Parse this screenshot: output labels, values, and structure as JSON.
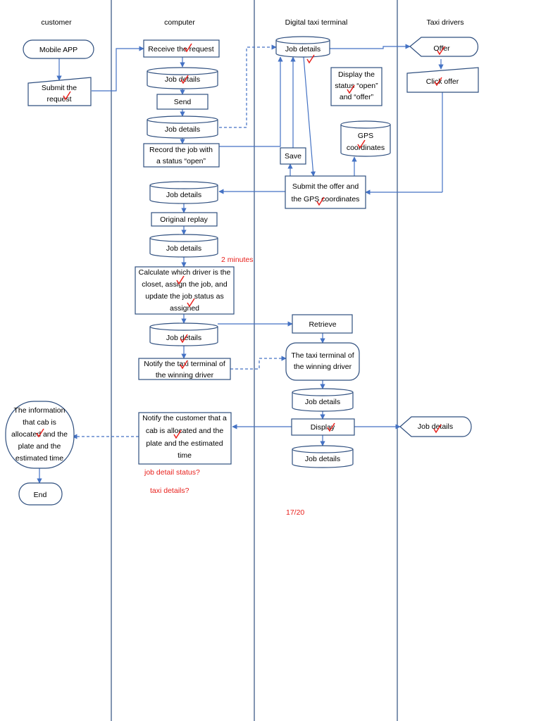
{
  "lanes": {
    "customer": "customer",
    "computer": "computer",
    "terminal": "Digital taxi terminal",
    "drivers": "Taxi drivers"
  },
  "nodes": {
    "mobile_app": "Mobile APP",
    "submit_request": [
      "Submit the",
      "request"
    ],
    "receive_request": "Receive the request",
    "job_details_1": "Job details",
    "send": "Send",
    "job_details_2": "Job details",
    "record_job": [
      "Record the job with",
      "a status “open”"
    ],
    "terminal_job_details": "Job details",
    "display_status": [
      "Display the",
      "status “open”",
      "and “offer”"
    ],
    "offer": "Offer",
    "click_offer": "Click offer",
    "gps": [
      "GPS",
      "coordinates"
    ],
    "save": "Save",
    "submit_offer": [
      "Submit the offer and",
      "the GPS coordinates"
    ],
    "job_details_3": "Job details",
    "original_replay": "Original replay",
    "job_details_4": "Job details",
    "calculate": [
      "Calculate which driver is the",
      "closet, assign the job, and",
      "update the job status as",
      "assigned"
    ],
    "job_details_5": "Job details",
    "retrieve": "Retrieve",
    "notify_terminal": [
      "Notify the taxi terminal of",
      "the winning driver"
    ],
    "winning_terminal": [
      "The taxi terminal of",
      "the winning driver"
    ],
    "terminal_job_details_2": "Job details",
    "display": "Display",
    "driver_job_details": "Job details",
    "terminal_job_details_3": "Job details",
    "notify_customer": [
      "Notify the customer that a",
      "cab is allocated and the",
      "plate and the estimated",
      "time"
    ],
    "info_cab": [
      "The information",
      "that  cab is",
      "allocated and the",
      "plate and the",
      "estimated time"
    ],
    "end": "End"
  },
  "annotations": {
    "two_minutes": "2 minutes",
    "job_detail_status": "job detail status?",
    "taxi_details": "taxi details?",
    "score": "17/20"
  },
  "colors": {
    "shape_stroke": "#2f4f7f",
    "arrow": "#4472c4",
    "annotation": "#e8201c"
  }
}
